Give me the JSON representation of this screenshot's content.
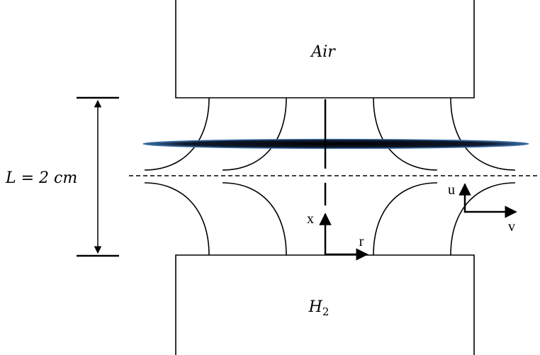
{
  "labels": {
    "top_nozzle": "Air",
    "bottom_nozzle_base": "H",
    "bottom_nozzle_sub": "2",
    "length_label": "L = 2 cm",
    "axis_x": "x",
    "axis_r": "r",
    "velocity_u": "u",
    "velocity_v": "v"
  },
  "colors": {
    "line": "#000000",
    "flame_edge": "#3a6ea5",
    "flame_core": "#0a0f1e"
  }
}
